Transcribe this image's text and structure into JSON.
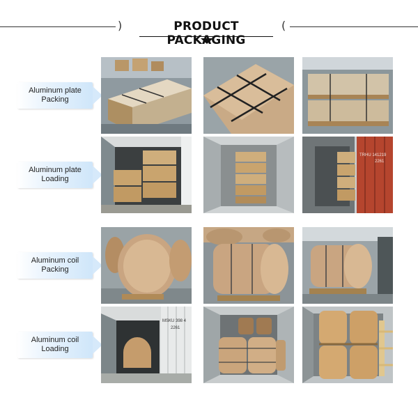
{
  "header": {
    "title": "PRODUCT PACKAGING"
  },
  "rows": [
    {
      "line1": "Aluminum plate",
      "line2": "Packing"
    },
    {
      "line1": "Aluminum plate",
      "line2": "Loading"
    },
    {
      "line1": "Aluminum coil",
      "line2": "Packing"
    },
    {
      "line1": "Aluminum coil",
      "line2": "Loading"
    }
  ],
  "container_text": {
    "a": "TRHU 141219",
    "b": "2261",
    "c": "MSKU 398 4",
    "d": "2261"
  },
  "colors": {
    "label_bg": "#cfe6fa",
    "wood": "#c9a46e",
    "paper": "#c9a98a",
    "container_red": "#b5452e"
  }
}
